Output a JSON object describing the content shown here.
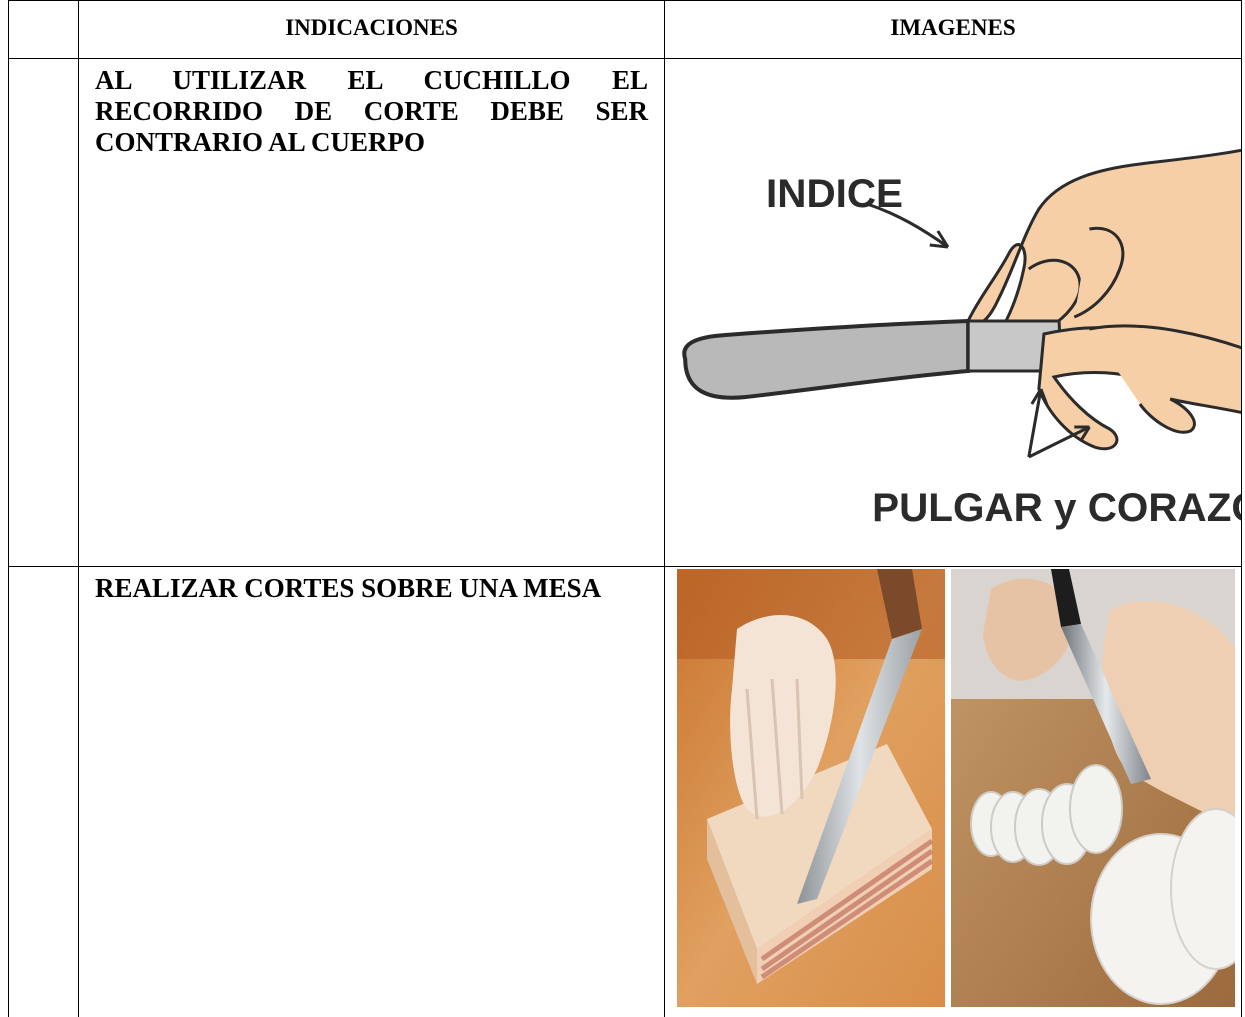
{
  "header": {
    "col_number": "",
    "col_indications": "INDICACIONES",
    "col_images": "IMAGENES"
  },
  "rows": [
    {
      "number": "",
      "indication": "AL UTILIZAR EL CUCHILLO EL RECORRIDO DE CORTE DEBE SER CONTRARIO AL CUERPO",
      "image": {
        "label_index": "INDICE",
        "label_thumb_middle": "PULGAR y CORAZÓN"
      }
    },
    {
      "number": "",
      "indication": "REALIZAR CORTES SOBRE UNA MESA",
      "image": {}
    }
  ]
}
